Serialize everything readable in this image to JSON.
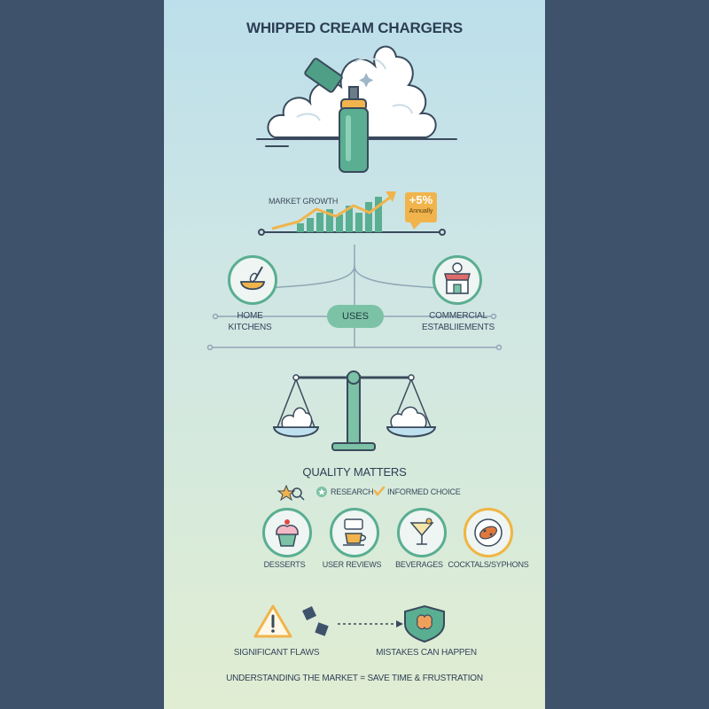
{
  "title": "WHIPPED CREAM CHARGERS",
  "growth": {
    "label": "MARKET GROWTH",
    "badge_value": "+5%",
    "badge_sub": "Annually"
  },
  "uses": {
    "center": "USES",
    "left_line1": "HOME",
    "left_line2": "KITCHENS",
    "right_line1": "COMMERCIAL",
    "right_line2": "ESTABLIIEMENTS"
  },
  "quality": {
    "title": "QUALITY MATTERS",
    "research": "RESEARCH",
    "informed": "INFORMED CHOICE"
  },
  "categories": [
    {
      "label": "DESSERTS",
      "icon": "cupcake-icon"
    },
    {
      "label": "USER REVIEWS",
      "icon": "coffee-cup-icon"
    },
    {
      "label": "BEVERAGES",
      "icon": "martini-icon"
    },
    {
      "label": "COCKTALS/SYPHONS",
      "icon": "plate-food-icon"
    }
  ],
  "warnings": {
    "left": "SIGNIFICANT FLAWS",
    "right": "MISTAKES CAN HAPPEN"
  },
  "footer": "UNDERSTANDING THE MARKET = SAVE TIME & FRUSTRATION",
  "colors": {
    "teal": "#5aae91",
    "gold": "#f1b44c",
    "navy": "#3e536b"
  }
}
